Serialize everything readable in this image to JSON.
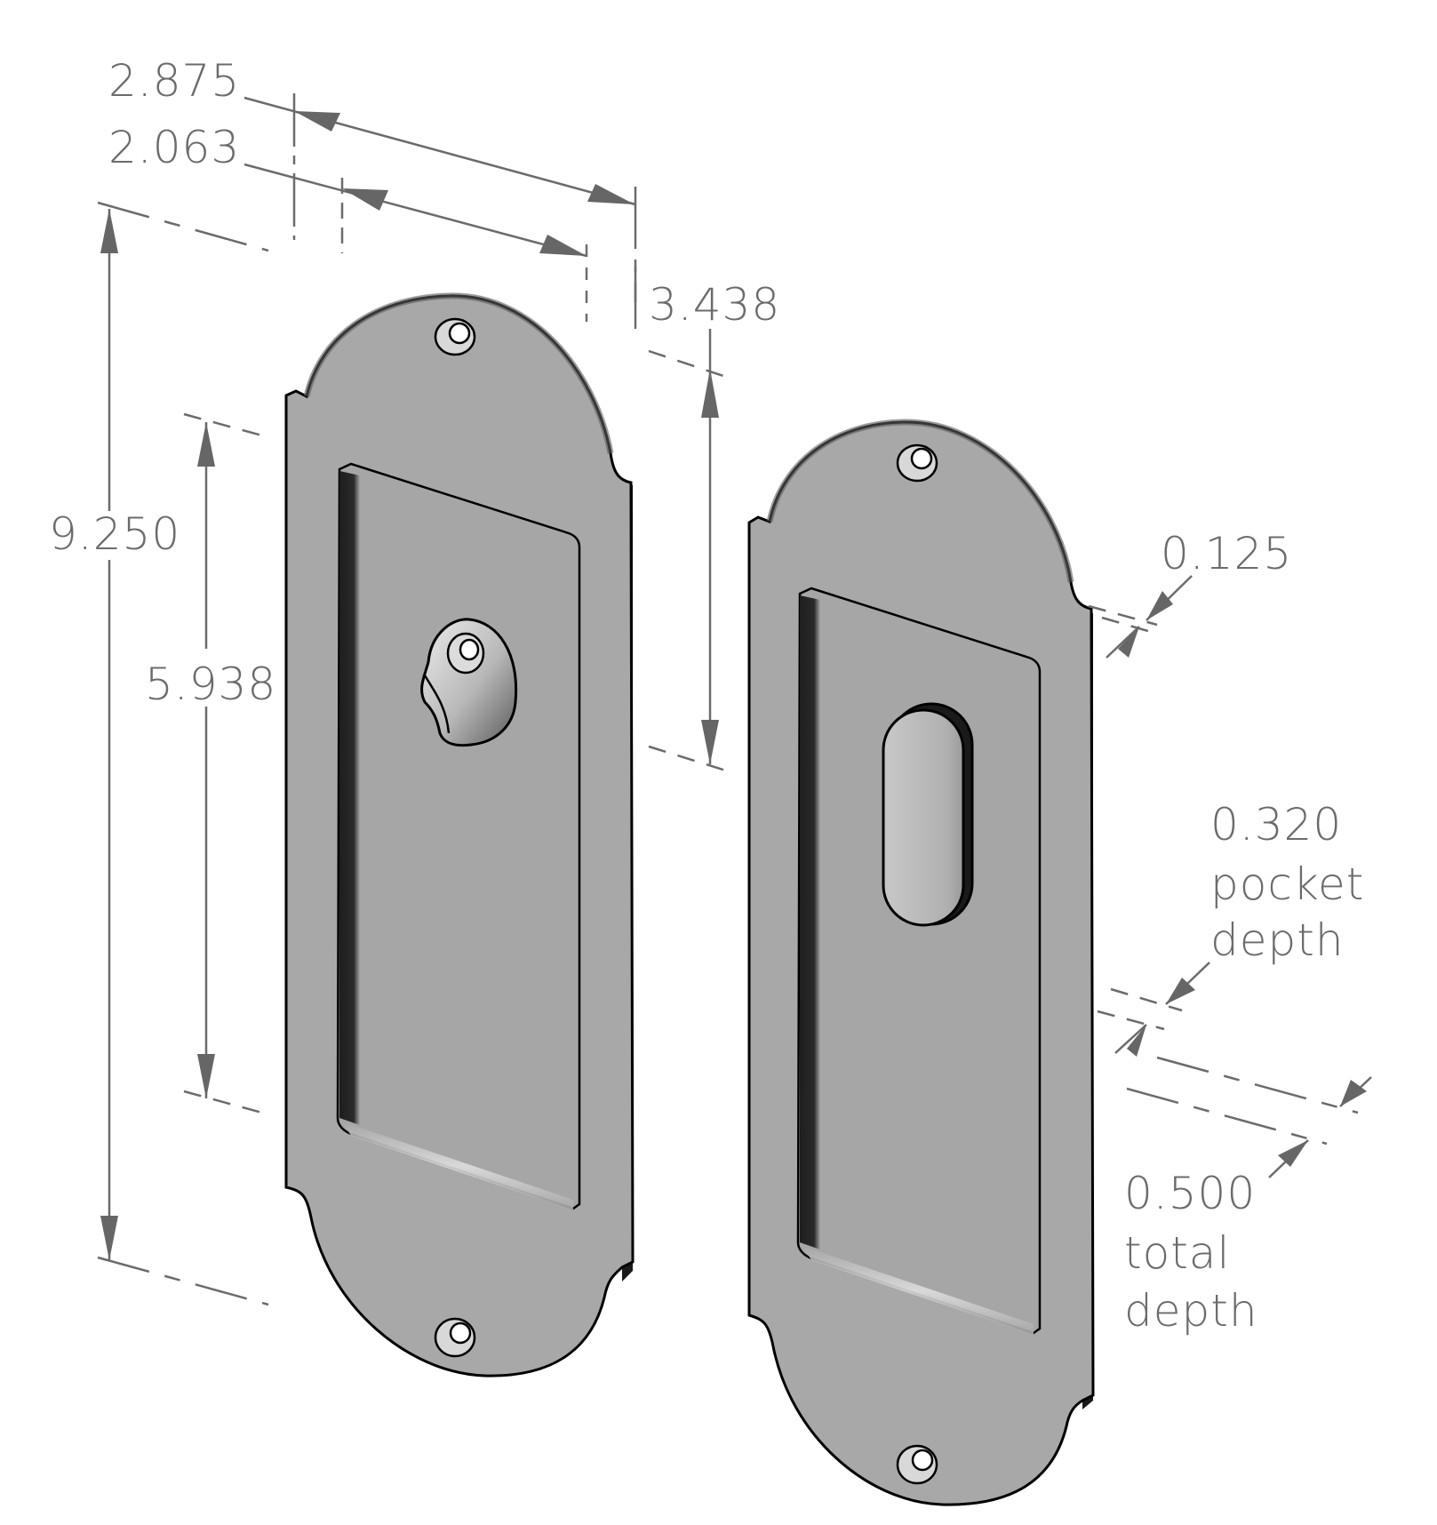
{
  "drawing": {
    "title": "Pocket door lock plate dimensions",
    "units": "inches",
    "colors": {
      "plate_face": "#a8a8a8",
      "plate_edge": "#1a1a1a",
      "dimension_lines": "#6b6b6b",
      "background": "#ffffff"
    }
  },
  "dimensions": {
    "overall_width": {
      "value": "2.875"
    },
    "pocket_width": {
      "value": "2.063"
    },
    "overall_height": {
      "value": "9.250"
    },
    "pocket_height": {
      "value": "5.938"
    },
    "pocket_offset_from_top": {
      "value": "3.438"
    },
    "plate_thickness": {
      "value": "0.125"
    },
    "pocket_depth": {
      "value": "0.320",
      "line1": "pocket",
      "line2": "depth"
    },
    "total_depth": {
      "value": "0.500",
      "line1": "total",
      "line2": "depth"
    }
  },
  "parts": {
    "left_plate": {
      "label": "privacy-plate-with-thumb-turn",
      "features": [
        "top-screw-hole",
        "bottom-screw-hole",
        "recessed-pocket",
        "thumb-turn"
      ]
    },
    "right_plate": {
      "label": "passage-plate-with-finger-slot",
      "features": [
        "top-screw-hole",
        "bottom-screw-hole",
        "recessed-pocket",
        "oval-finger-slot"
      ]
    }
  }
}
